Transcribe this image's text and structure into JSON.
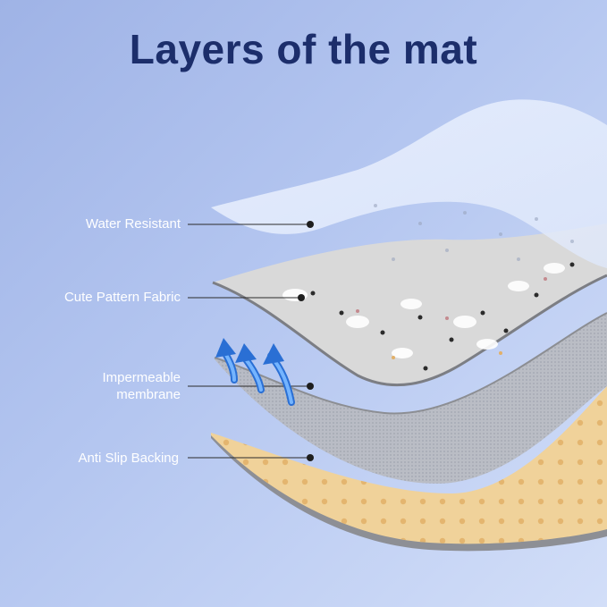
{
  "title": "Layers of the mat",
  "layers": [
    {
      "id": "water",
      "label": "Water Resistant"
    },
    {
      "id": "fabric",
      "label": "Cute Pattern Fabric"
    },
    {
      "id": "membrane",
      "label_line1": "Impermeable",
      "label_line2": "membrane"
    },
    {
      "id": "backing",
      "label": "Anti Slip Backing"
    }
  ],
  "colors": {
    "title": "#1c2e6b",
    "label": "#ffffff",
    "backing": "#f0d29a",
    "membrane": "#9ea3ad",
    "fabric": "#d9d9d9",
    "arrows": "#3d8df0"
  }
}
